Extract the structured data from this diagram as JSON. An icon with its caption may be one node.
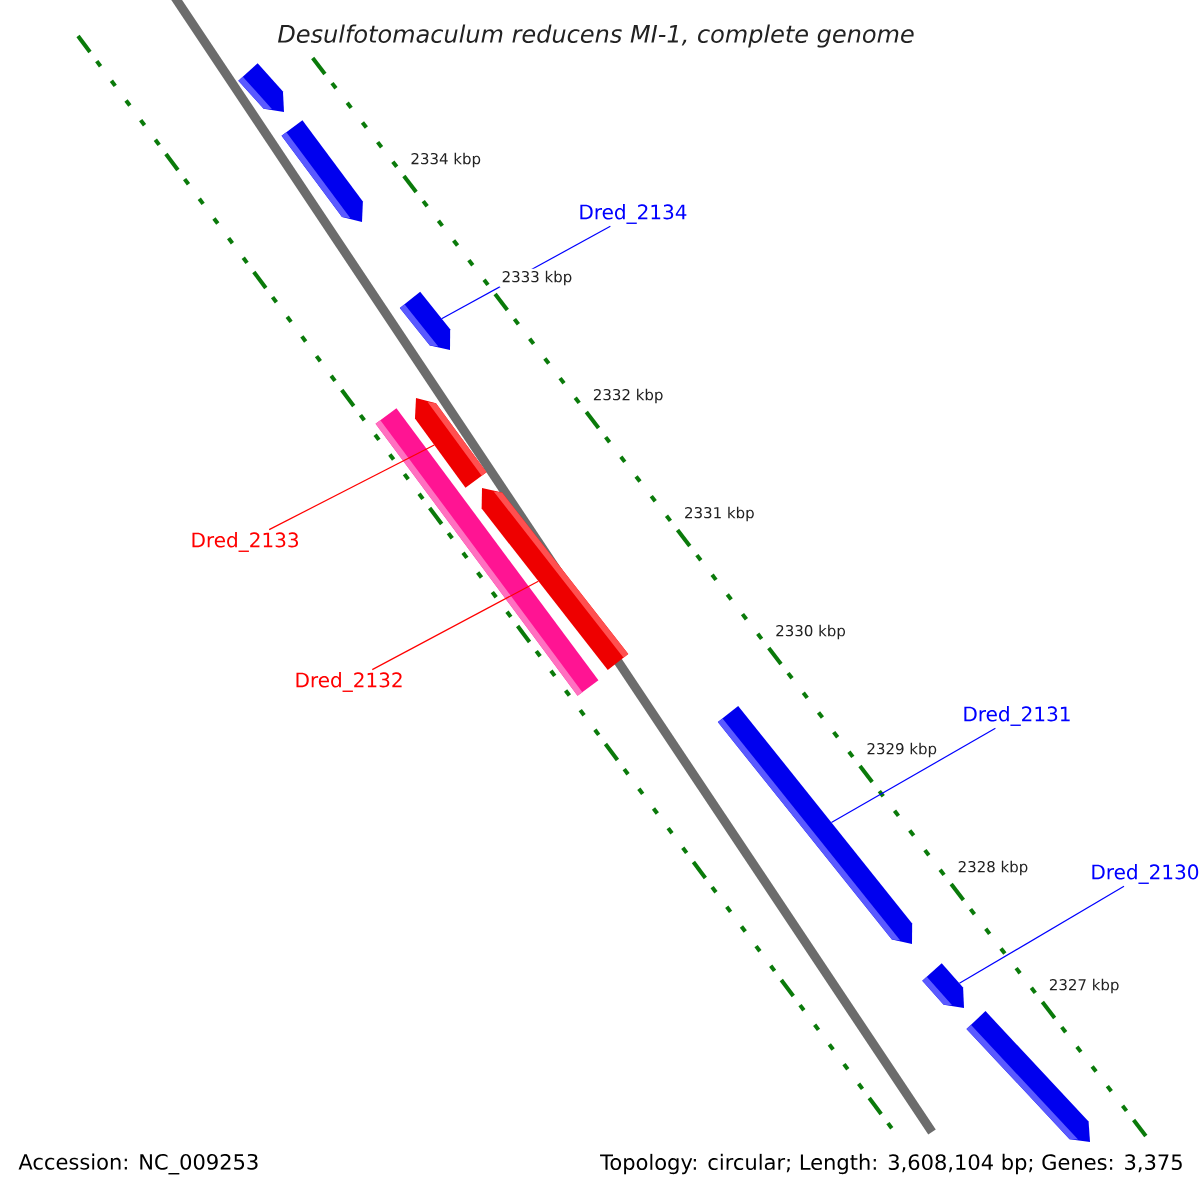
{
  "diagram": {
    "title": "Desulfotomaculum reducens MI-1, complete genome",
    "nodes": [
      {
        "text": [],
        "shape": "arrow"
      },
      {
        "text": [],
        "shape": "arrow"
      },
      {
        "text": [
          "Dred_2134"
        ]
      },
      {
        "text": [],
        "shape": "arrow"
      },
      {
        "text": [],
        "shape": "arrow"
      },
      {
        "text": [],
        "shape": "bar"
      },
      {
        "text": [],
        "shape": "arrow"
      },
      {
        "text": [
          "Dred_2133"
        ]
      },
      {
        "text": [
          "Dred_2132"
        ]
      },
      {
        "text": [],
        "shape": "arrow"
      },
      {
        "text": [
          "Dred_2131"
        ]
      },
      {
        "text": [
          "Dred_2130"
        ]
      },
      {
        "text": [],
        "shape": "arrow"
      },
      {
        "text": [],
        "shape": "arrow"
      }
    ],
    "edges": [
      {
        "from": 2,
        "to": 3,
        "arrow": "none"
      },
      {
        "from": 7,
        "to": 4,
        "arrow": "none",
        "color": "#ff0000"
      },
      {
        "from": 8,
        "to": 6,
        "arrow": "none",
        "color": "#ff0000"
      },
      {
        "from": 10,
        "to": 9,
        "arrow": "none"
      },
      {
        "from": 11,
        "to": 12,
        "arrow": "none"
      }
    ],
    "labels": [
      "2334 kbp",
      "2333 kbp",
      "2332 kbp",
      "2331 kbp",
      "2330 kbp",
      "2329 kbp",
      "2328 kbp",
      "2327 kbp",
      "Accession: NC_009253",
      "Topology: circular; Length: 3,608,104 bp; Genes: 3,375"
    ]
  }
}
